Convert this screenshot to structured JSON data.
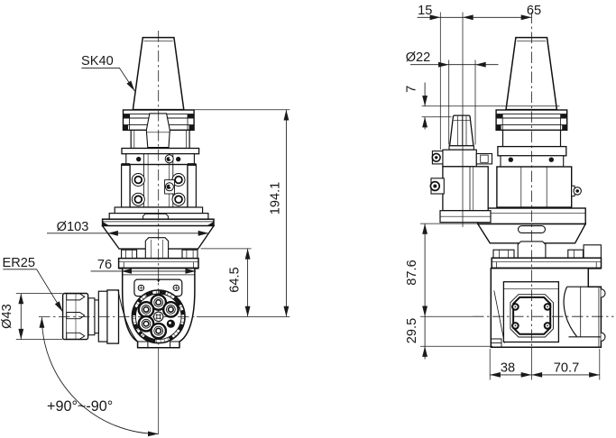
{
  "drawing": {
    "title": "Angle head tool holder - 2-view technical drawing",
    "type": "CAD line drawing, front view and side view",
    "ink_color": "#141414",
    "background_color": "#ffffff"
  },
  "labels": {
    "taper": "SK40",
    "collet": "ER25",
    "flange_diameter": "Ø103",
    "body_width": "76",
    "nut_diameter": "Ø43",
    "swivel_range": "+90°~-90°",
    "overall_height": "194.1",
    "spindle_center_height": "64.5",
    "front_offset": "15",
    "center_offset": "65",
    "spindle_nose_diameter": "Ø22",
    "nose_protrusion": "7",
    "flange_to_center": "87.6",
    "center_to_bottom": "29.5",
    "bottom_width_left": "38",
    "bottom_width_right": "70.7"
  }
}
